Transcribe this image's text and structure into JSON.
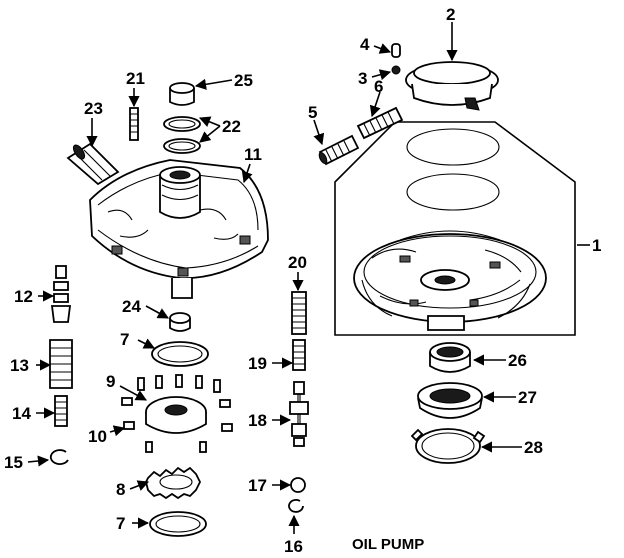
{
  "caption": "OIL PUMP",
  "callouts": {
    "c1": "1",
    "c2": "2",
    "c3": "3",
    "c4": "4",
    "c5": "5",
    "c6": "6",
    "c7a": "7",
    "c7b": "7",
    "c8": "8",
    "c9": "9",
    "c10": "10",
    "c11": "11",
    "c12": "12",
    "c13": "13",
    "c14": "14",
    "c15": "15",
    "c16": "16",
    "c17": "17",
    "c18": "18",
    "c19": "19",
    "c20": "20",
    "c21": "21",
    "c22": "22",
    "c23": "23",
    "c24": "24",
    "c25": "25",
    "c26": "26",
    "c27": "27",
    "c28": "28"
  }
}
